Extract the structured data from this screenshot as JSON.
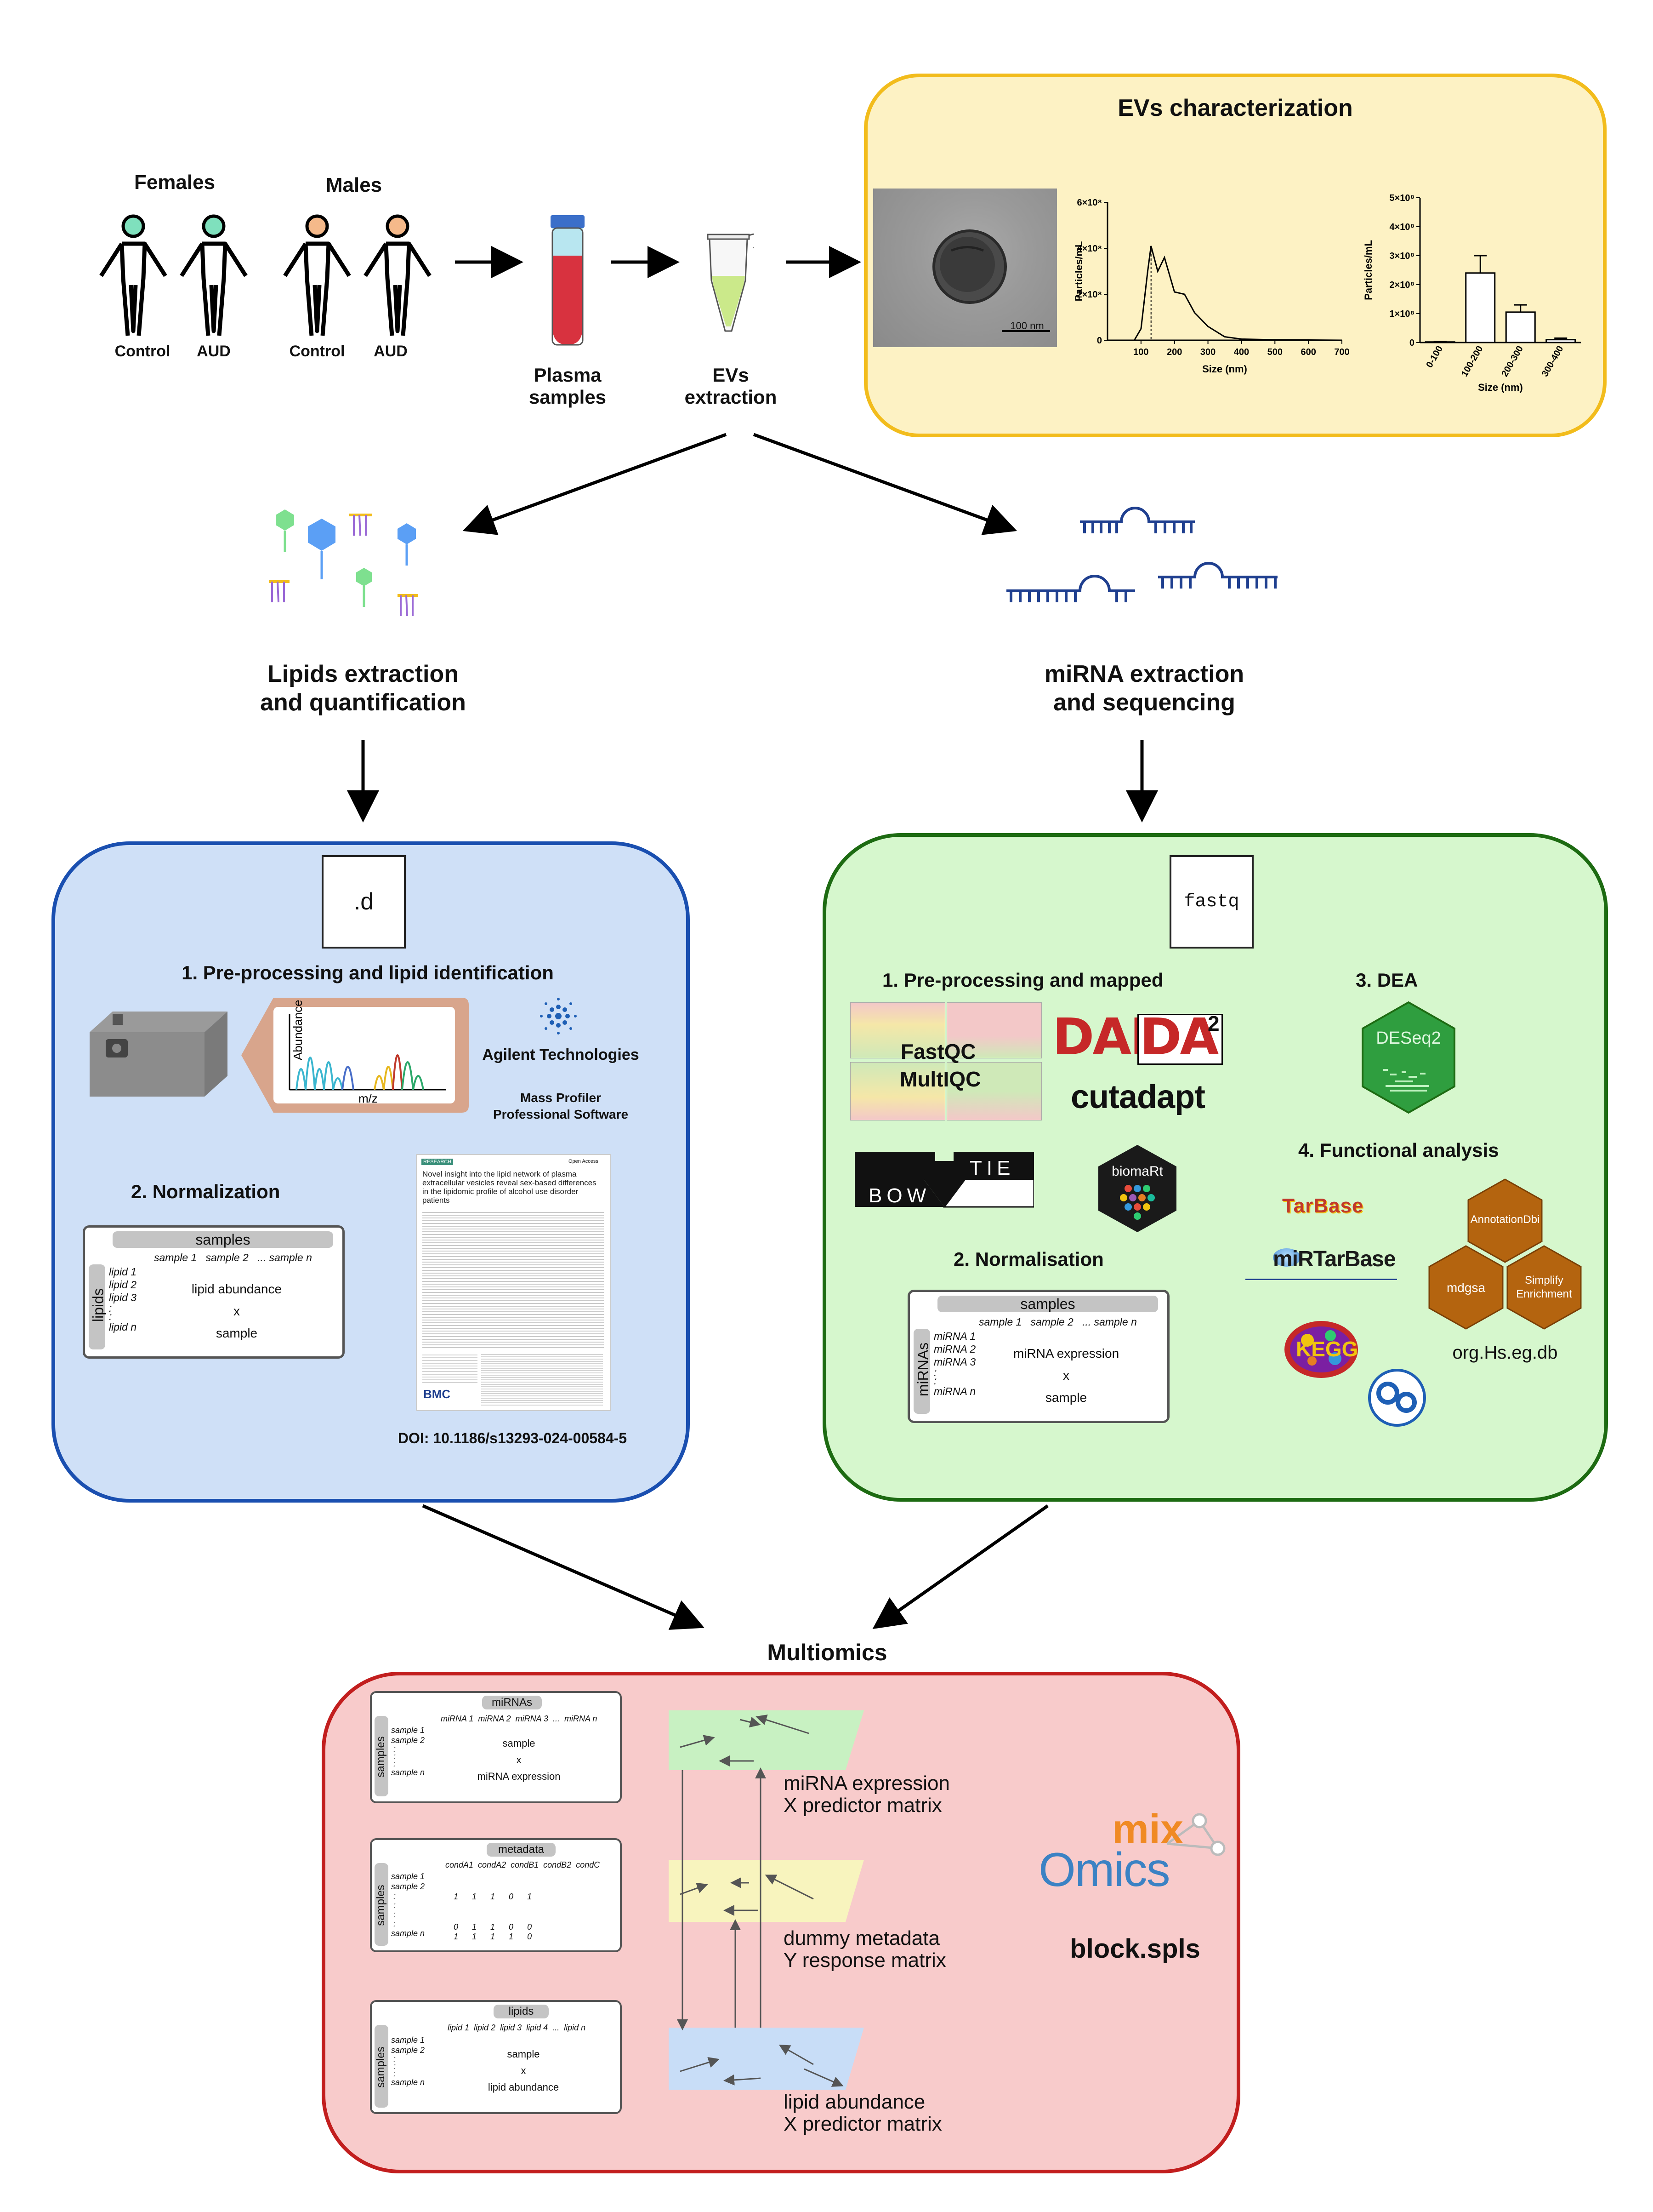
{
  "top": {
    "females_label": "Females",
    "males_label": "Males",
    "control_label": "Control",
    "aud_label": "AUD",
    "plasma_label_1": "Plasma",
    "plasma_label_2": "samples",
    "evs_label_1": "EVs",
    "evs_label_2": "extraction"
  },
  "evs_char": {
    "title": "EVs characterization",
    "scalebar": "100 nm",
    "chart_nta": {
      "ylabel": "Particles/mL",
      "xlabel": "Size (nm)",
      "yticks": [
        "0",
        "2×10⁸",
        "4×10⁸",
        "6×10⁸"
      ],
      "xticks": [
        "100",
        "200",
        "300",
        "400",
        "500",
        "600",
        "700"
      ]
    },
    "chart_bar": {
      "ylabel": "Particles/mL",
      "xlabel": "Size (nm)",
      "yticks": [
        "0",
        "1×10⁸",
        "2×10⁸",
        "3×10⁸",
        "4×10⁸",
        "5×10⁸"
      ],
      "categories": [
        "0-100",
        "100-200",
        "200-300",
        "300-400"
      ]
    }
  },
  "chart_data": [
    {
      "type": "line",
      "xlabel": "Size (nm)",
      "ylabel": "Particles/mL",
      "xlim": [
        0,
        700
      ],
      "ylim": [
        0,
        600000000
      ],
      "series": [
        {
          "x": [
            80,
            100,
            120,
            130,
            150,
            170,
            200,
            230,
            260,
            300,
            350,
            400,
            500,
            700
          ],
          "y": [
            0,
            50000000,
            300000000,
            410000000,
            300000000,
            360000000,
            210000000,
            200000000,
            120000000,
            60000000,
            15000000,
            5000000,
            2000000,
            0
          ]
        }
      ]
    },
    {
      "type": "bar",
      "xlabel": "Size (nm)",
      "ylabel": "Particles/mL",
      "ylim": [
        0,
        500000000
      ],
      "categories": [
        "0-100",
        "100-200",
        "200-300",
        "300-400"
      ],
      "values": [
        2000000,
        240000000,
        105000000,
        10000000
      ],
      "errors": [
        1000000,
        60000000,
        25000000,
        5000000
      ]
    }
  ],
  "lipids_branch": {
    "title_1": "Lipids extraction",
    "title_2": "and quantification",
    "file_ext": ".d",
    "step1": "1. Pre-processing and lipid identification",
    "abundance_label": "Abundance",
    "mz_label": "m/z",
    "agilent": "Agilent Technologies",
    "mass_profiler_1": "Mass Profiler",
    "mass_profiler_2": "Professional Software",
    "step2": "2. Normalization",
    "matrix": {
      "header": "samples",
      "cols": "sample 1   sample 2   ... sample n",
      "side": "lipids",
      "rows": [
        "lipid 1",
        "lipid 2",
        "lipid 3",
        "lipid n"
      ],
      "line1": "lipid abundance",
      "line2": "x",
      "line3": "sample"
    },
    "paper": {
      "journal_tag": "RESEARCH",
      "access": "Open Access",
      "title": "Novel insight into the lipid network of plasma extracellular vesicles reveal sex-based differences in the lipidomic profile of alcohol use disorder patients",
      "publisher": "BMC"
    },
    "doi": "DOI: 10.1186/s13293-024-00584-5"
  },
  "mirna_branch": {
    "title_1": "miRNA extraction",
    "title_2": "and sequencing",
    "file_ext": "fastq",
    "step1": "1. Pre-processing and mapped",
    "fastqc": "FastQC",
    "multiqc": "MultIQC",
    "dada2": "DADA",
    "dada2_sup": "2",
    "cutadapt": "cutadapt",
    "bowtie_1": "BOW",
    "bowtie_2": "TIE",
    "biomart": "biomaRt",
    "step3": "3. DEA",
    "deseq2": "DESeq2",
    "step4": "4. Functional analysis",
    "tarbase": "TarBase",
    "mirtarbase": "miRTarBase",
    "kegg": "KEGG",
    "annotationdbi": "AnnotationDbi",
    "mdgsa": "mdgsa",
    "simplify_1": "Simplify",
    "simplify_2": "Enrichment",
    "orgdb": "org.Hs.eg.db",
    "step2": "2. Normalisation",
    "matrix": {
      "header": "samples",
      "cols": "sample 1   sample 2   ... sample n",
      "side": "miRNAs",
      "rows": [
        "miRNA 1",
        "miRNA 2",
        "miRNA 3",
        "miRNA n"
      ],
      "line1": "miRNA expression",
      "line2": "x",
      "line3": "sample"
    }
  },
  "multiomics": {
    "title": "Multiomics",
    "mirna_matrix": {
      "header": "miRNAs",
      "cols": "miRNA 1  miRNA 2  miRNA 3  ...  miRNA n",
      "side": "samples",
      "rows": [
        "sample 1",
        "sample 2",
        "sample n"
      ],
      "line1": "sample",
      "line2": "x",
      "line3": "miRNA expression"
    },
    "metadata_matrix": {
      "header": "metadata",
      "cols": "condA1  condA2  condB1  condB2  condC",
      "side": "samples",
      "rows": [
        "sample 1",
        "sample 2",
        "sample n"
      ],
      "row1": "1      1      1      0      1",
      "row2": "0      1      1      0      0",
      "rown": "1      1      1      1      0"
    },
    "lipid_matrix": {
      "header": "lipids",
      "cols": "lipid 1  lipid 2  lipid 3  lipid 4  ...  lipid n",
      "side": "samples",
      "rows": [
        "sample 1",
        "sample 2",
        "sample n"
      ],
      "line1": "sample",
      "line2": "x",
      "line3": "lipid abundance"
    },
    "plane_x1_1": "miRNA expression",
    "plane_x1_2": "X predictor matrix",
    "plane_y_1": "dummy metadata",
    "plane_y_2": "Y response matrix",
    "plane_x2_1": "lipid abundance",
    "plane_x2_2": "X predictor matrix",
    "mixomics_mix": "mix",
    "mixomics_omics": "Omics",
    "method": "block.spls"
  },
  "colors": {
    "evs_panel_bg": "#fdf2c4",
    "evs_panel_border": "#f2bc1c",
    "lipid_panel_bg": "#cfe0f7",
    "lipid_panel_border": "#1a4fb0",
    "mirna_panel_bg": "#d6f7cd",
    "mirna_panel_border": "#1d6b12",
    "multi_panel_bg": "#f8cbcb",
    "multi_panel_border": "#c21e1e",
    "female_head": "#7fe0bd",
    "male_head": "#f5b98a",
    "mirna_blue": "#1f3f8f"
  }
}
